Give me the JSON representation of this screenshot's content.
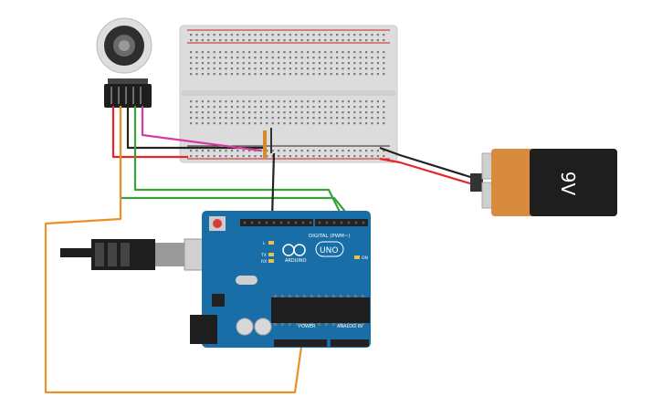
{
  "battery": {
    "label": "9V",
    "body_color": "#1e1e1e",
    "label_color": "#d88a3e"
  },
  "arduino": {
    "brand": "ARDUINO",
    "model": "UNO",
    "digital_label": "DIGITAL (PWM~)",
    "power_label": "POWER",
    "analog_label": "ANALOG IN",
    "on_label": "ON",
    "tx_label": "TX",
    "rx_label": "RX",
    "l_label": "L",
    "board_color": "#1a6ea8"
  },
  "wires": {
    "red": "#e8262a",
    "black": "#222222",
    "green": "#3aa13a",
    "orange": "#e8902a",
    "magenta": "#d63ba0"
  },
  "breadboard": {
    "rail_plus": "+",
    "rail_minus": "−"
  }
}
